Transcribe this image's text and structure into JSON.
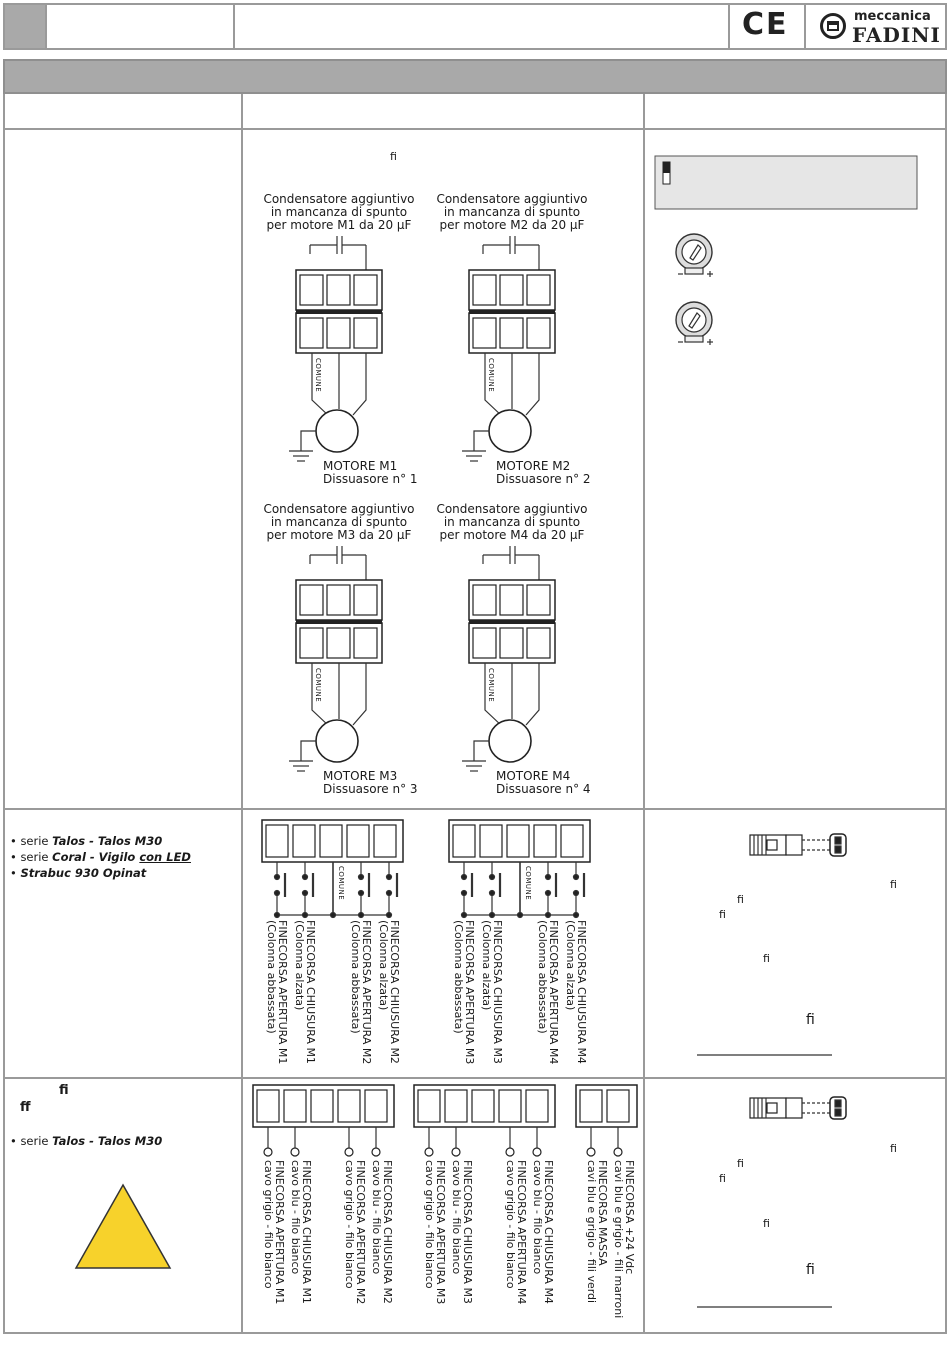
{
  "header": {
    "ce_mark": "CE",
    "brand_top": "meccanica",
    "brand_name": "FADINI"
  },
  "motors": [
    {
      "cap_label_1": "Condensatore aggiuntivo",
      "cap_label_2": "in mancanza di spunto",
      "cap_label_3": "per motore M1 da 20 µF",
      "comune": "COMUNE",
      "motor_name": "MOTORE M1",
      "motor_desc": "Dissuasore n° 1"
    },
    {
      "cap_label_1": "Condensatore aggiuntivo",
      "cap_label_2": "in mancanza di spunto",
      "cap_label_3": "per motore M2 da 20 µF",
      "comune": "COMUNE",
      "motor_name": "MOTORE M2",
      "motor_desc": "Dissuasore n° 2"
    },
    {
      "cap_label_1": "Condensatore aggiuntivo",
      "cap_label_2": "in mancanza di spunto",
      "cap_label_3": "per motore M3 da 20 µF",
      "comune": "COMUNE",
      "motor_name": "MOTORE M3",
      "motor_desc": "Dissuasore n° 3"
    },
    {
      "cap_label_1": "Condensatore aggiuntivo",
      "cap_label_2": "in mancanza di spunto",
      "cap_label_3": "per motore M4 da 20 µF",
      "comune": "COMUNE",
      "motor_name": "MOTORE M4",
      "motor_desc": "Dissuasore n° 4"
    }
  ],
  "section2": {
    "bullets": [
      {
        "prefix": "• serie ",
        "emph": "Talos - Talos M30",
        "suffix": "",
        "link": ""
      },
      {
        "prefix": "• serie ",
        "emph": "Coral - Vigilo ",
        "suffix": "",
        "link": "con LED"
      },
      {
        "prefix": "• ",
        "emph": "Strabuc 930 Opinat",
        "suffix": "",
        "link": ""
      }
    ],
    "comune": "COMUNE",
    "group_a": [
      {
        "l1": "FINECORSA APERTURA M1",
        "l2": "(Colonna abbassata)"
      },
      {
        "l1": "FINECORSA CHIUSURA M1",
        "l2": "(Colonna alzata)"
      },
      {
        "l1": "FINECORSA APERTURA M2",
        "l2": "(Colonna abbassata)"
      },
      {
        "l1": "FINECORSA CHIUSURA M2",
        "l2": "(Colonna alzata)"
      }
    ],
    "group_b": [
      {
        "l1": "FINECORSA APERTURA M3",
        "l2": "(Colonna abbassata)"
      },
      {
        "l1": "FINECORSA CHIUSURA M3",
        "l2": "(Colonna alzata)"
      },
      {
        "l1": "FINECORSA APERTURA M4",
        "l2": "(Colonna abbassata)"
      },
      {
        "l1": "FINECORSA CHIUSURA M4",
        "l2": "(Colonna alzata)"
      }
    ]
  },
  "section3": {
    "bullet": {
      "prefix": "• serie ",
      "emph": "Talos - Talos M30"
    },
    "lig_fi": "fi",
    "lig_ff": "ff",
    "group_a": [
      {
        "l1": "FINECORSA APERTURA M1",
        "l2": "cavo grigio - filo bianco"
      },
      {
        "l1": "FINECORSA CHIUSURA M1",
        "l2": "cavo blu - filo bianco"
      },
      {
        "l1": "FINECORSA APERTURA M2",
        "l2": "cavo grigio - filo bianco"
      },
      {
        "l1": "FINECORSA CHIUSURA M2",
        "l2": "cavo blu - filo bianco"
      }
    ],
    "group_b": [
      {
        "l1": "FINECORSA APERTURA M3",
        "l2": "cavo grigio - filo bianco"
      },
      {
        "l1": "FINECORSA CHIUSURA M3",
        "l2": "cavo blu - filo bianco"
      },
      {
        "l1": "FINECORSA APERTURA M4",
        "l2": "cavo grigio - filo bianco"
      },
      {
        "l1": "FINECORSA CHIUSURA M4",
        "l2": "cavo blu - filo bianco"
      }
    ],
    "group_c": [
      {
        "l1": "FINECORSA MASSA",
        "l2": "cavi blu e grigio - fili verdi"
      },
      {
        "l1": "FINECORSA +24 Vdc",
        "l2": "cavi blu e grigio - fili marroni"
      }
    ]
  },
  "right_col": {
    "lig_fi": "fi"
  },
  "colors": {
    "frame": "#9a9a9a",
    "band": "#a9a9a9",
    "warning": "#f7d22b"
  }
}
